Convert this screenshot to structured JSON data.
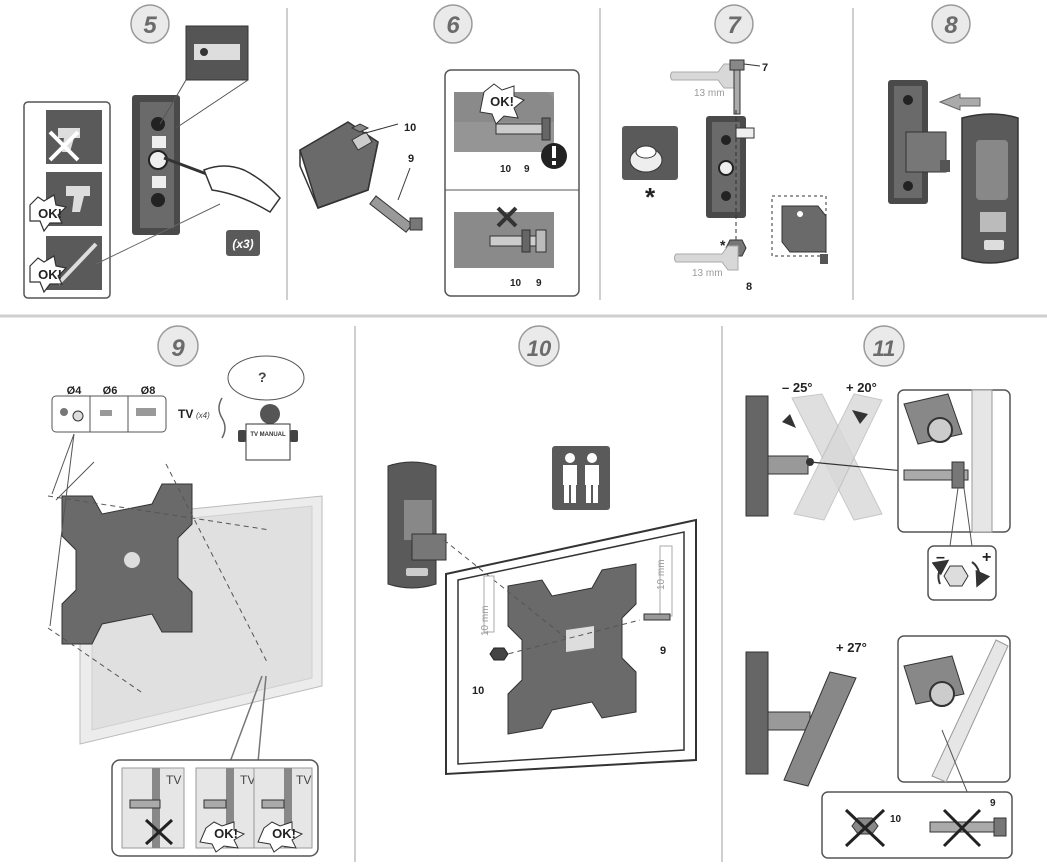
{
  "steps": [
    "5",
    "6",
    "7",
    "8",
    "9",
    "10",
    "11"
  ],
  "step5": {
    "ok1": "OK!",
    "ok2": "OK!",
    "count": "(x3)"
  },
  "step6": {
    "ok": "OK!",
    "c10a": "10",
    "c9a": "9",
    "c10b": "10",
    "c9b": "9",
    "c10c": "10",
    "c9c": "9"
  },
  "step7": {
    "c7": "7",
    "c8": "8",
    "wrench_top": "13 mm",
    "wrench_bottom": "13 mm",
    "star": "*",
    "star_small": "*"
  },
  "step9": {
    "d4": "Ø4",
    "d6": "Ø6",
    "d8": "Ø8",
    "tv": "TV",
    "tv_count": "(x4)",
    "manual": "TV MANUAL",
    "q": "?",
    "tv1": "TV",
    "tv2": "TV",
    "tv3": "TV",
    "ok1": "OK!",
    "ok2": "OK!"
  },
  "step10": {
    "w_left": "10 mm",
    "w_right": "10 mm",
    "c9": "9",
    "c10": "10"
  },
  "step11": {
    "swivel_left": "– 25°",
    "swivel_right": "+ 20°",
    "minus": "–",
    "plus": "+",
    "tilt": "+ 27°",
    "c10": "10",
    "c9": "9"
  },
  "colors": {
    "panel_border": "#555555",
    "divider": "#c8c8c8",
    "plate": "#6a6a6a",
    "step_circle": "#e6e6e6",
    "icon_box": "#5a5a5a"
  }
}
